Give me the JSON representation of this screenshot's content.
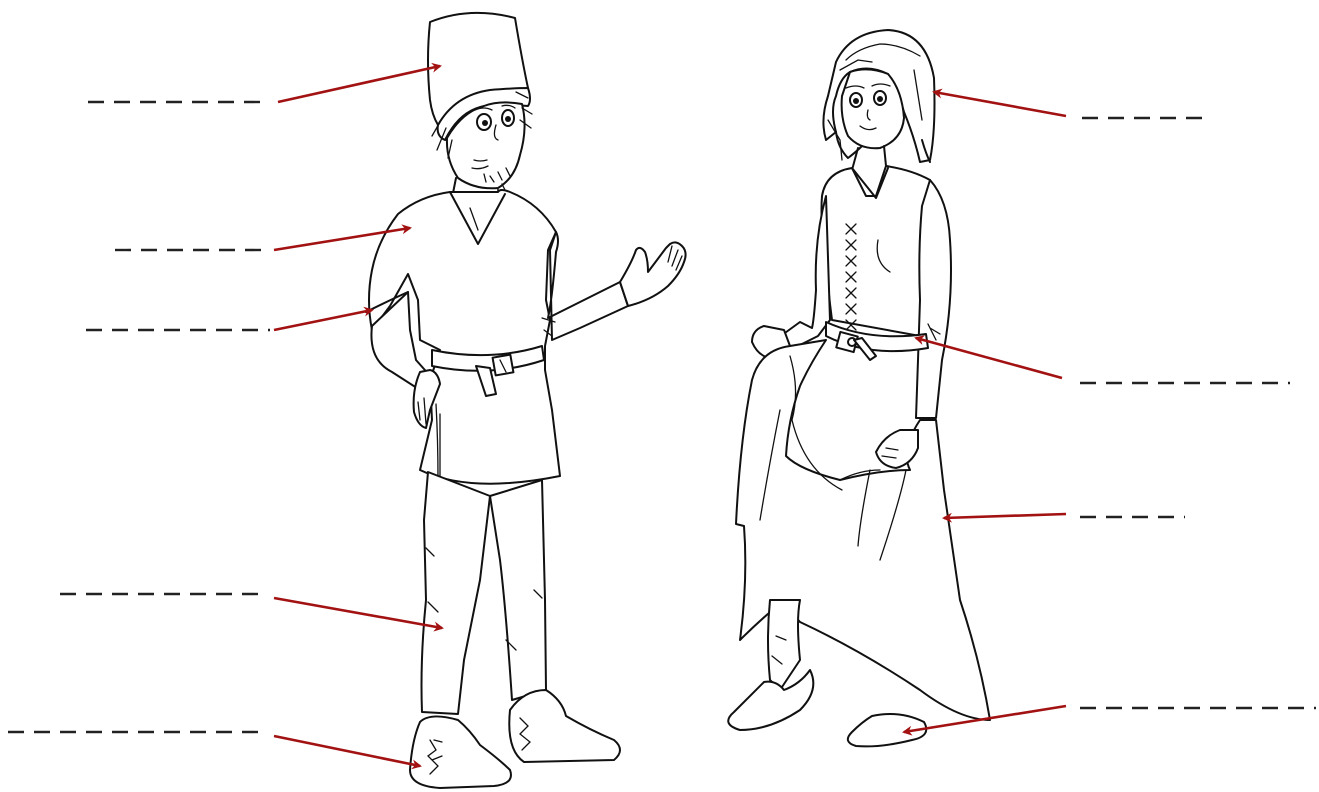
{
  "worksheet": {
    "left_figure": "man",
    "right_figure": "woman",
    "colors": {
      "arrow": "#a31212",
      "line_art": "#111111",
      "blank_line": "#222222",
      "background": "#ffffff"
    },
    "labels": [
      {
        "id": "man-hat",
        "figure": "man",
        "dash_count": 7
      },
      {
        "id": "man-tunic",
        "figure": "man",
        "dash_count": 6
      },
      {
        "id": "man-sleeve",
        "figure": "man",
        "dash_count": 7
      },
      {
        "id": "man-hose",
        "figure": "man",
        "dash_count": 8
      },
      {
        "id": "man-shoes",
        "figure": "man",
        "dash_count": 11
      },
      {
        "id": "woman-headscarf",
        "figure": "woman",
        "dash_count": 5
      },
      {
        "id": "woman-belt",
        "figure": "woman",
        "dash_count": 9
      },
      {
        "id": "woman-skirt",
        "figure": "woman",
        "dash_count": 4
      },
      {
        "id": "woman-shoes",
        "figure": "woman",
        "dash_count": 10
      }
    ]
  }
}
